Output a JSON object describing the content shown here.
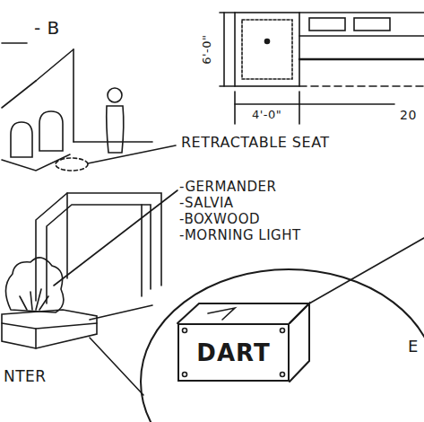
{
  "diagram": {
    "nodes": [
      {
        "text": [
          "DART"
        ]
      }
    ],
    "labels": [
      "- B",
      "6'-0\"",
      "4'-0\"",
      "20",
      "RETRACTABLE SEAT",
      "-GERMANDER",
      "-SALVIA",
      "-BOXWOOD",
      "-MORNING LIGHT",
      "NTER",
      "E"
    ]
  }
}
